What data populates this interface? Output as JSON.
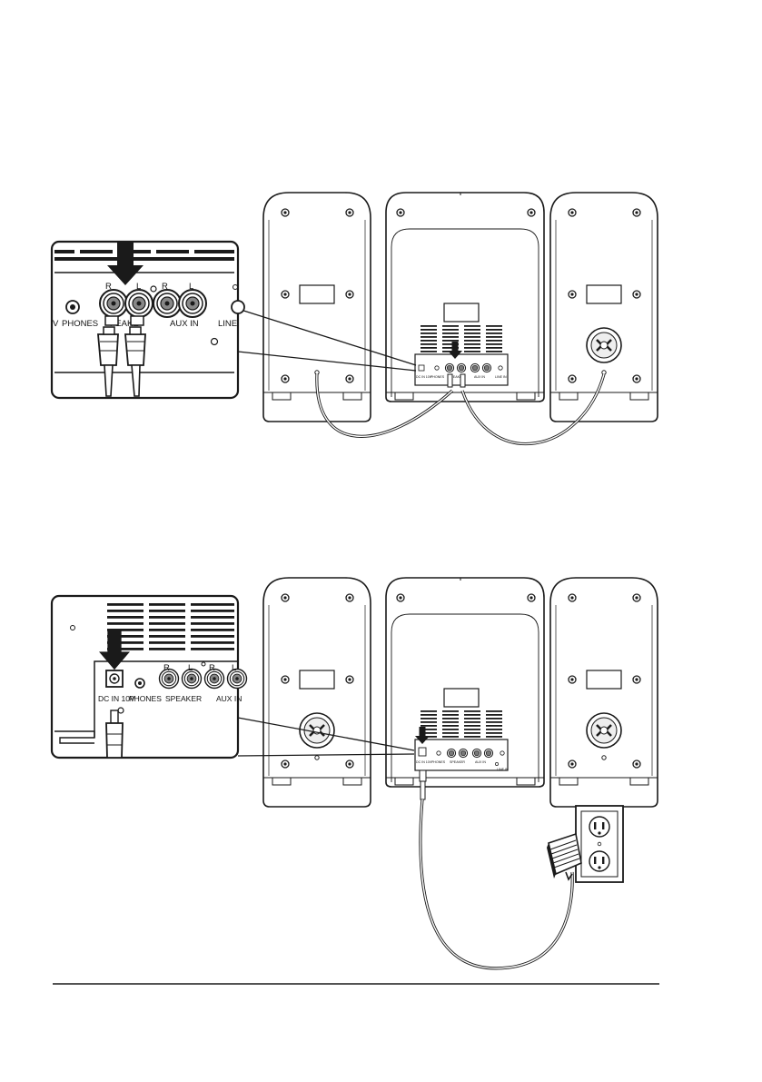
{
  "figure_1": {
    "inset_labels": {
      "right": "R",
      "left": "L",
      "right_2": "R",
      "left_2": "L",
      "phones": "PHONES",
      "speaker": "PEAKE",
      "aux_in": "AUX IN",
      "line": "LINE",
      "partial_v": "V"
    },
    "unit_labels": {
      "dc_in": "DC IN 10V",
      "phones": "PHONES",
      "speaker": "SPEAKER",
      "aux_in": "AUX IN",
      "line_in": "LINE IN"
    }
  },
  "figure_2": {
    "inset_labels": {
      "dc_in": "DC IN 10V",
      "phones": "PHONES",
      "right": "R",
      "left": "L",
      "right_2": "R",
      "left_2": "L",
      "speaker": "SPEAKER",
      "aux_in": "AUX IN"
    },
    "unit_labels": {
      "dc_in": "DC IN 10V",
      "phones": "PHONES",
      "speaker": "SPEAKER",
      "aux_in": "AUX IN",
      "line_in": "LINE IN"
    }
  },
  "colors": {
    "ink": "#1a1a1a",
    "panel": "#ffffff",
    "grey": "#bdbdbd"
  }
}
